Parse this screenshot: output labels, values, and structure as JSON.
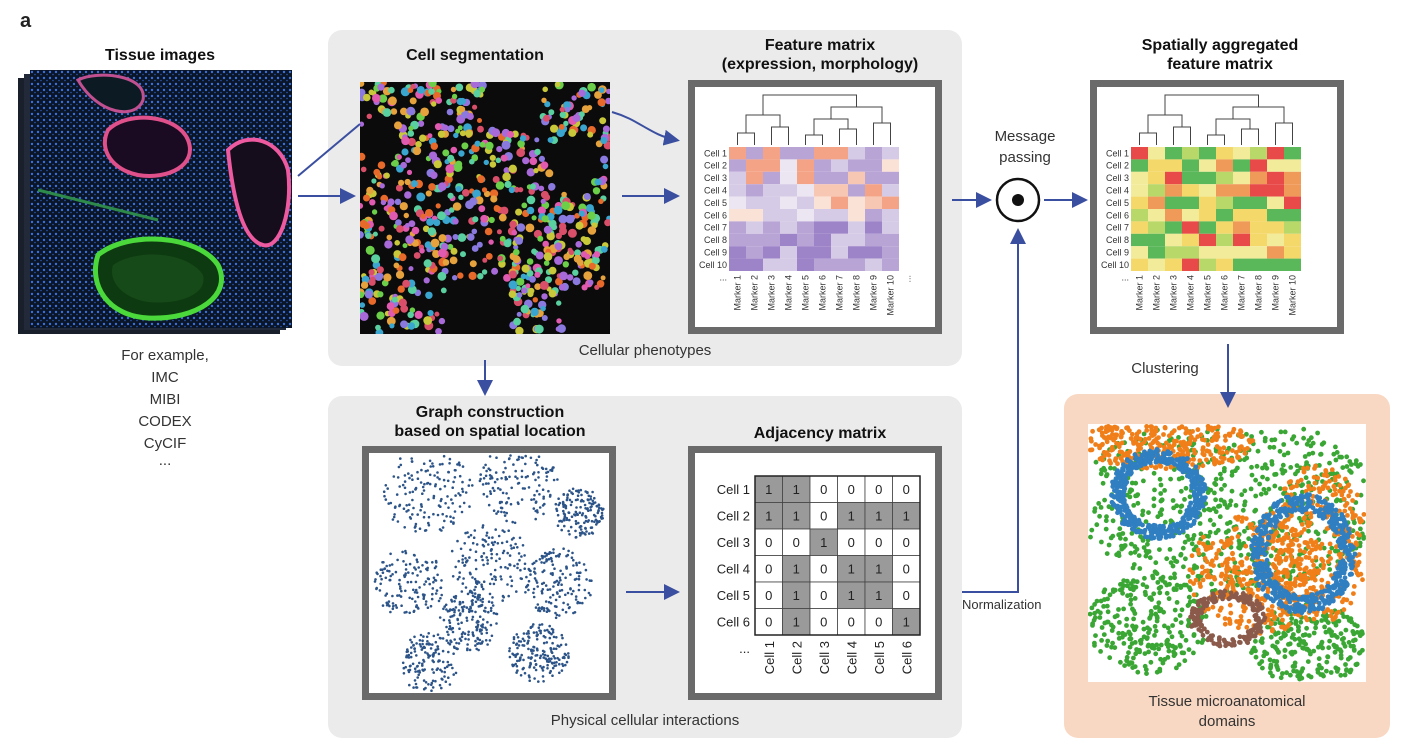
{
  "panel_letter": "a",
  "tissue": {
    "title": "Tissue images",
    "examples": [
      "For example,",
      "IMC",
      "MIBI",
      "CODEX",
      "CyCIF",
      "..."
    ]
  },
  "segmentation": {
    "title": "Cell segmentation"
  },
  "feature_matrix": {
    "title_line1": "Feature matrix",
    "title_line2": "(expression, morphology)",
    "rows": [
      "Cell 1",
      "Cell 2",
      "Cell 3",
      "Cell 4",
      "Cell 5",
      "Cell 6",
      "Cell 7",
      "Cell 8",
      "Cell 9",
      "Cell 10",
      "..."
    ],
    "cols": [
      "Marker 1",
      "Marker 2",
      "Marker 3",
      "Marker 4",
      "Marker 5",
      "Marker 6",
      "Marker 7",
      "Marker 8",
      "Marker 9",
      "Marker 10",
      "..."
    ]
  },
  "phenotypes_caption": "Cellular phenotypes",
  "message_passing": {
    "line1": "Message",
    "line2": "passing"
  },
  "aggregated": {
    "title_line1": "Spatially aggregated",
    "title_line2": "feature matrix",
    "rows": [
      "Cell 1",
      "Cell 2",
      "Cell 3",
      "Cell 4",
      "Cell 5",
      "Cell 6",
      "Cell 7",
      "Cell 8",
      "Cell 9",
      "Cell 10",
      "..."
    ],
    "cols": [
      "Marker 1",
      "Marker 2",
      "Marker 3",
      "Marker 4",
      "Marker 5",
      "Marker 6",
      "Marker 7",
      "Marker 8",
      "Marker 9",
      "Marker 10"
    ]
  },
  "clustering_label": "Clustering",
  "graph": {
    "title_line1": "Graph construction",
    "title_line2": "based on spatial location"
  },
  "adjacency": {
    "title": "Adjacency matrix",
    "rows": [
      "Cell 1",
      "Cell 2",
      "Cell 3",
      "Cell 4",
      "Cell 5",
      "Cell 6",
      "..."
    ],
    "cols": [
      "Cell 1",
      "Cell 2",
      "Cell 3",
      "Cell 4",
      "Cell 5",
      "Cell 6",
      "..."
    ],
    "values": [
      [
        "1",
        "1",
        "0",
        "0",
        "0",
        "0"
      ],
      [
        "1",
        "1",
        "0",
        "1",
        "1",
        "1"
      ],
      [
        "0",
        "0",
        "1",
        "0",
        "0",
        "0"
      ],
      [
        "0",
        "1",
        "0",
        "1",
        "1",
        "0"
      ],
      [
        "0",
        "1",
        "0",
        "1",
        "1",
        "0"
      ],
      [
        "0",
        "1",
        "0",
        "0",
        "0",
        "1"
      ]
    ]
  },
  "interactions_caption": "Physical cellular interactions",
  "normalization_label": "Normalization",
  "domains_caption_line1": "Tissue microanatomical",
  "domains_caption_line2": "domains",
  "colors": {
    "arrow": "#3b4fa0",
    "panel": "#ebebeb",
    "orange_panel": "#f9d8c3",
    "frame": "#6a6a6a",
    "cluster_orange": "#f07f1a",
    "cluster_blue": "#2f7fc1",
    "cluster_green": "#3aa634",
    "cluster_brown": "#8b5a4a"
  }
}
